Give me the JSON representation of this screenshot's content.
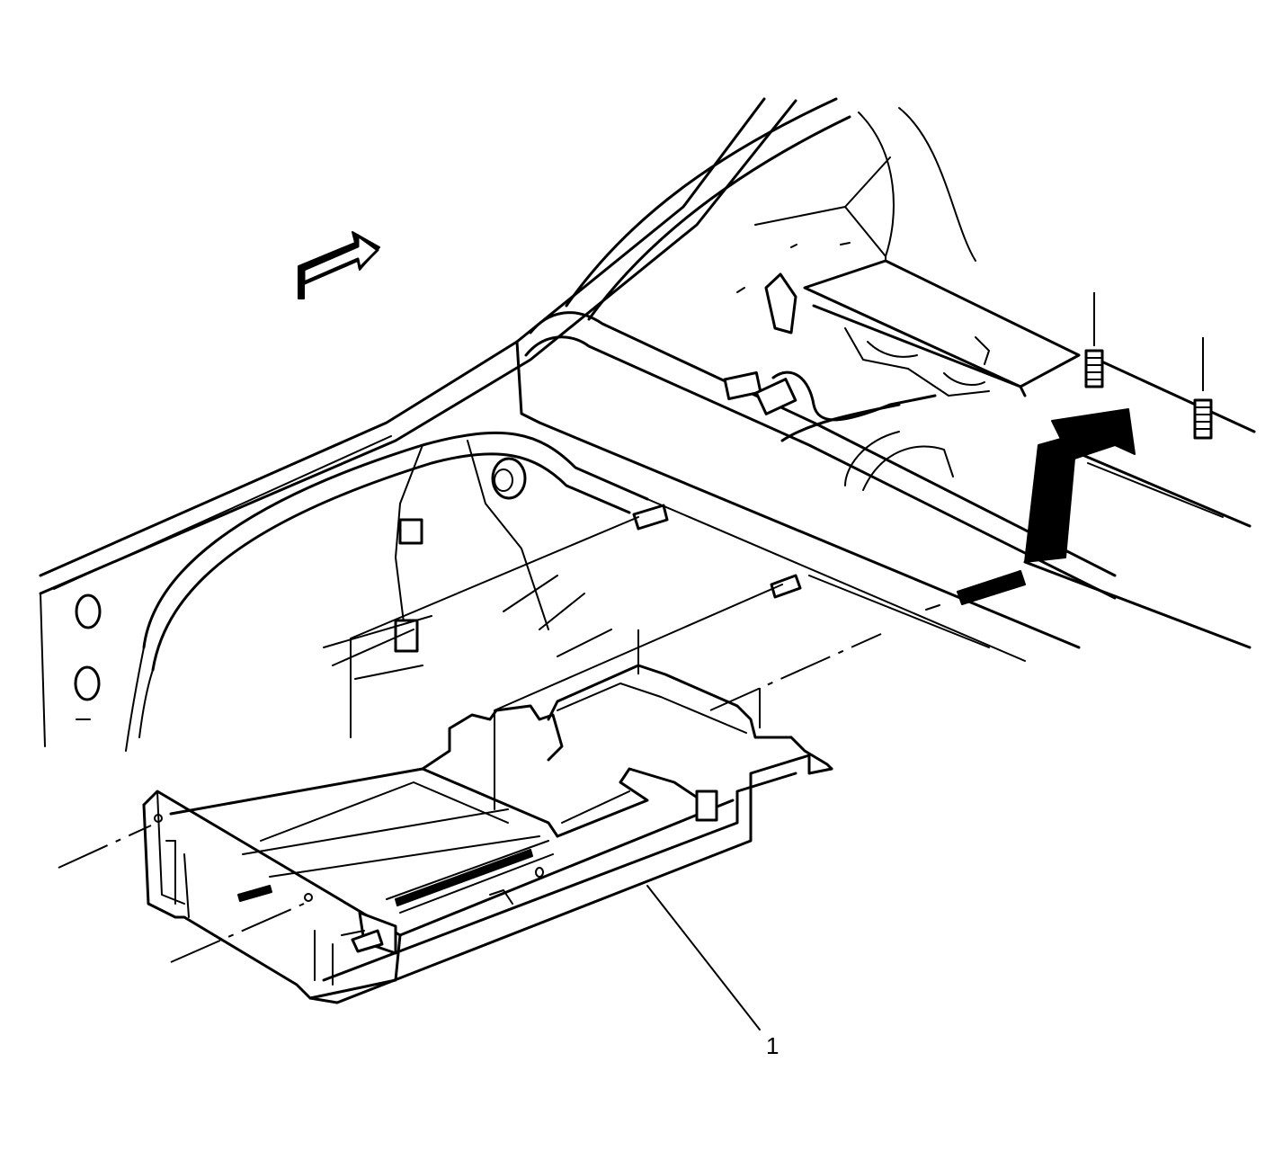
{
  "callouts": [
    {
      "id": "1",
      "label": "1",
      "target": "mounting-bracket"
    }
  ],
  "colors": {
    "line": "#000000",
    "background": "#ffffff"
  },
  "icons": {
    "front_arrow": "front-direction-arrow-icon",
    "install_arrow": "install-direction-arrow-icon"
  }
}
